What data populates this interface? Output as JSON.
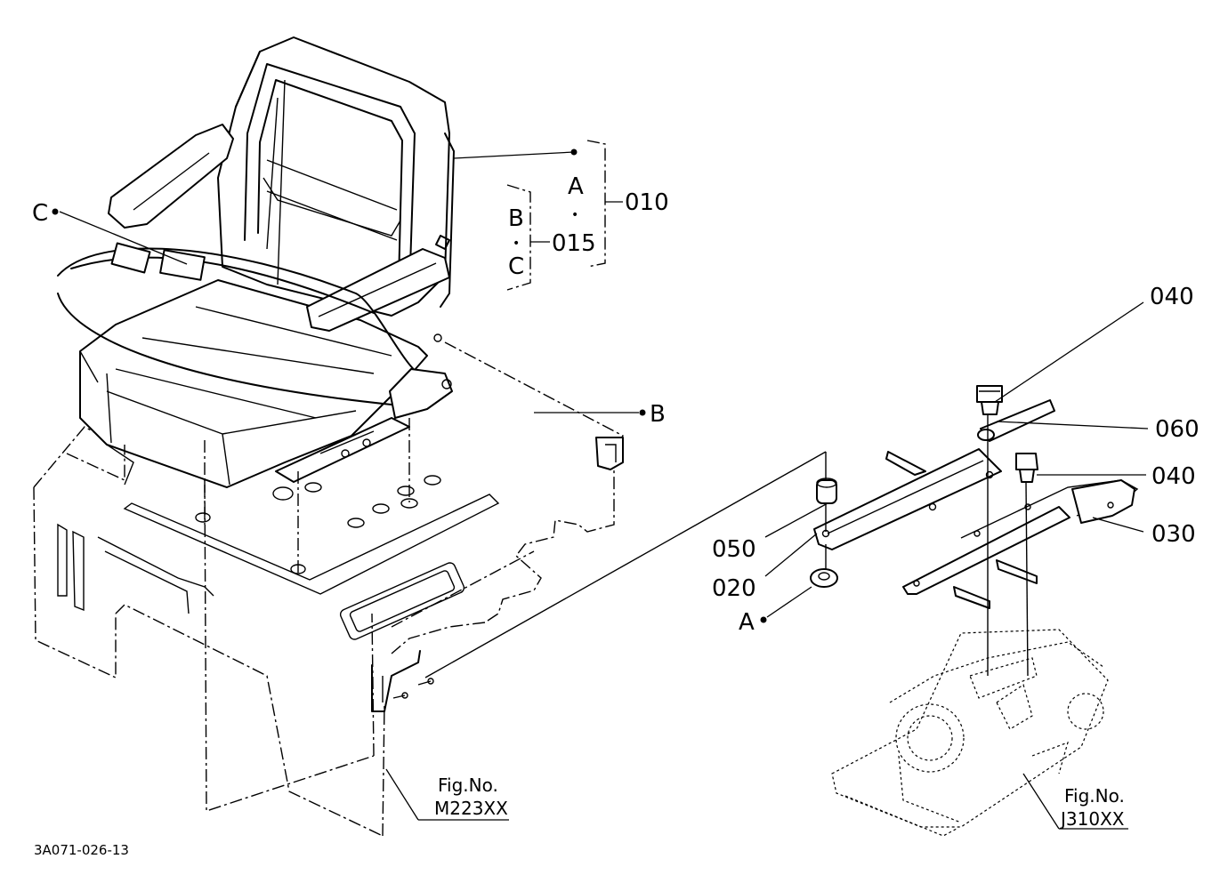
{
  "callouts": {
    "p010": "010",
    "p015": "015",
    "p020": "020",
    "p030": "030",
    "p040_top": "040",
    "p040_mid": "040",
    "p050": "050",
    "p060": "060"
  },
  "refs": {
    "a_group": "A",
    "b_group": "B",
    "c_group": "C",
    "a_mark": "A",
    "b_mark": "B",
    "c_mark": "C",
    "dot": "•"
  },
  "fig_refs": [
    {
      "line1": "Fig.No.",
      "line2": "M223XX"
    },
    {
      "line1": "Fig.No.",
      "line2": "J310XX"
    }
  ],
  "drawing_code": "3A071-026-13"
}
